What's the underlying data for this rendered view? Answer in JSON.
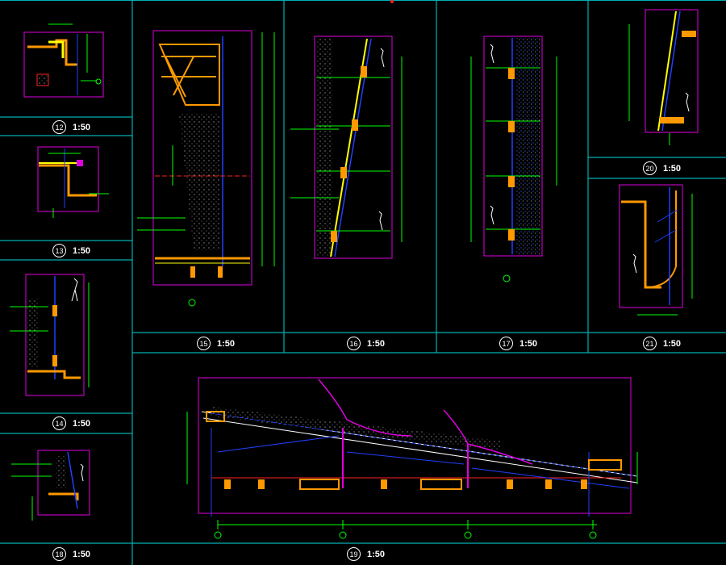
{
  "drawing": {
    "colors": {
      "frame": "#00b0b0",
      "pink": "#e000e0",
      "green": "#00ff00",
      "blue": "#2040ff",
      "red": "#ff2020",
      "orange": "#ff9900",
      "yellow": "#ffff00",
      "white": "#ffffff"
    },
    "details": [
      {
        "id": "12",
        "number": "12",
        "scale": "1:50"
      },
      {
        "id": "13",
        "number": "13",
        "scale": "1:50"
      },
      {
        "id": "14",
        "number": "14",
        "scale": "1:50"
      },
      {
        "id": "18",
        "number": "18",
        "scale": "1:50"
      },
      {
        "id": "15",
        "number": "15",
        "scale": "1:50"
      },
      {
        "id": "16",
        "number": "16",
        "scale": "1:50"
      },
      {
        "id": "17",
        "number": "17",
        "scale": "1:50"
      },
      {
        "id": "20",
        "number": "20",
        "scale": "1:50"
      },
      {
        "id": "21",
        "number": "21",
        "scale": "1:50"
      },
      {
        "id": "19",
        "number": "19",
        "scale": "1:50"
      }
    ]
  }
}
